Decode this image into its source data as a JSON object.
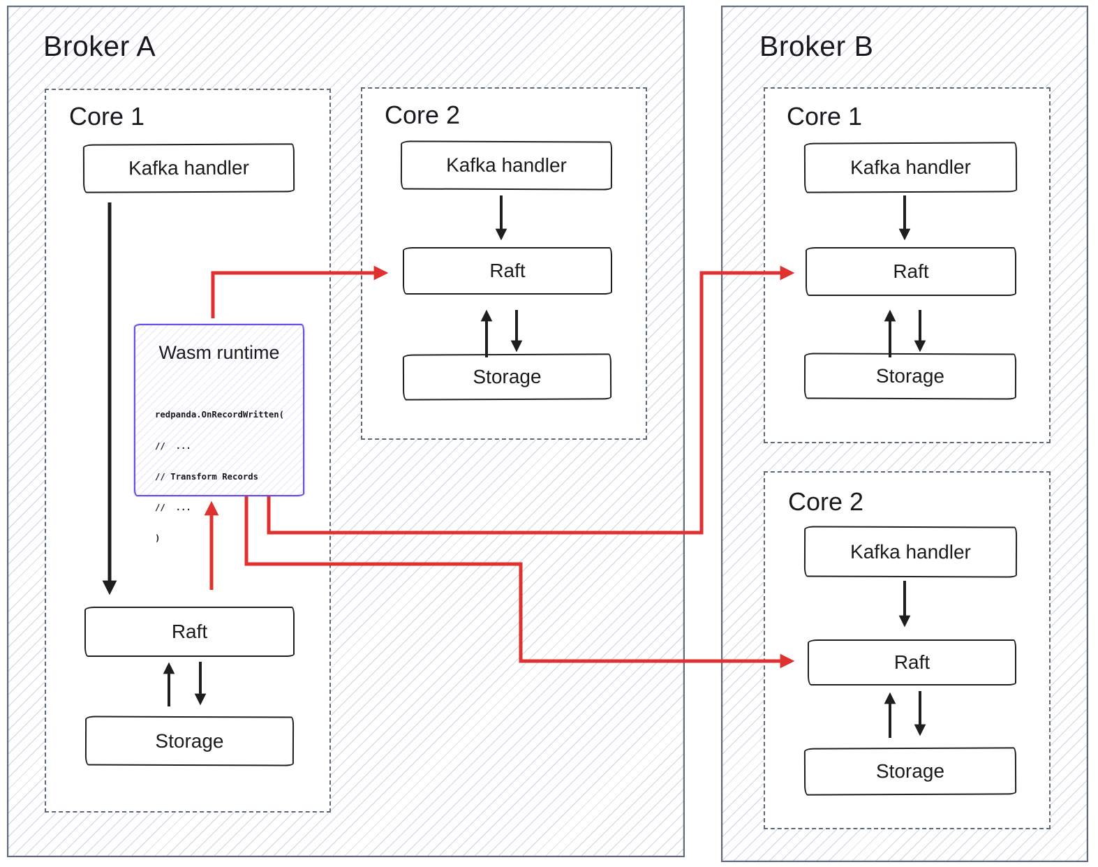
{
  "colors": {
    "arrow_red": "#e03131",
    "ink_black": "#1e1e1e",
    "wasm_purple": "#6a4de0",
    "frame_slate": "#5e6b7e",
    "core_dash": "#5b6878",
    "hatch_line": "#ccd4e3"
  },
  "broker_a": {
    "title": "Broker A",
    "core_1": {
      "title": "Core 1",
      "kafka_label": "Kafka handler",
      "raft_label": "Raft",
      "storage_label": "Storage",
      "wasm": {
        "title": "Wasm runtime",
        "code_lines": [
          "redpanda.OnRecordWritten(",
          "//  ...",
          "// Transform Records",
          "//  ...",
          ")"
        ]
      }
    },
    "core_2": {
      "title": "Core 2",
      "kafka_label": "Kafka handler",
      "raft_label": "Raft",
      "storage_label": "Storage"
    }
  },
  "broker_b": {
    "title": "Broker B",
    "core_1": {
      "title": "Core 1",
      "kafka_label": "Kafka handler",
      "raft_label": "Raft",
      "storage_label": "Storage"
    },
    "core_2": {
      "title": "Core 2",
      "kafka_label": "Kafka handler",
      "raft_label": "Raft",
      "storage_label": "Storage"
    }
  }
}
